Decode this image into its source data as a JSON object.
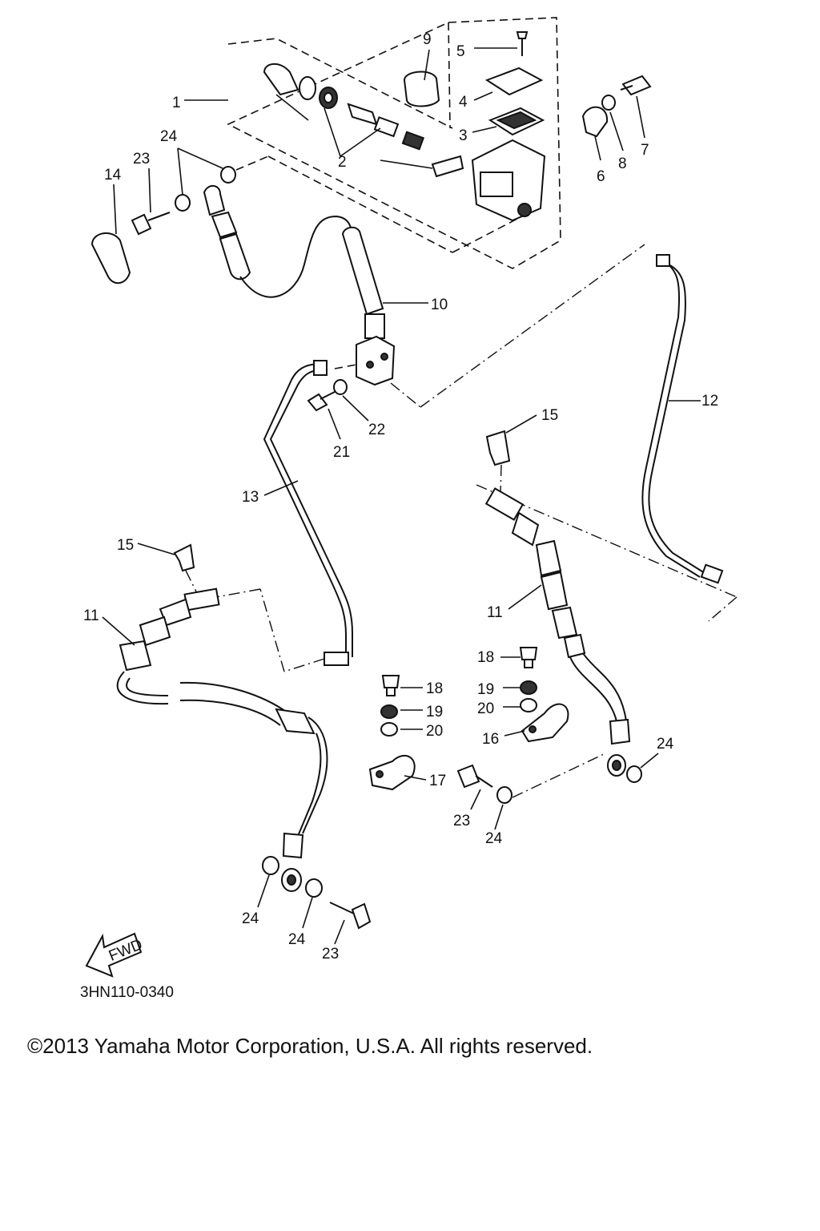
{
  "diagram": {
    "drawing_code": "3HN110-0340",
    "fwd_label": "FWD",
    "callouts": [
      {
        "id": "c1",
        "label": "1"
      },
      {
        "id": "c2",
        "label": "2"
      },
      {
        "id": "c3",
        "label": "3"
      },
      {
        "id": "c4",
        "label": "4"
      },
      {
        "id": "c5",
        "label": "5"
      },
      {
        "id": "c6",
        "label": "6"
      },
      {
        "id": "c7",
        "label": "7"
      },
      {
        "id": "c8",
        "label": "8"
      },
      {
        "id": "c9",
        "label": "9"
      },
      {
        "id": "c10",
        "label": "10"
      },
      {
        "id": "c11a",
        "label": "11"
      },
      {
        "id": "c11b",
        "label": "11"
      },
      {
        "id": "c12",
        "label": "12"
      },
      {
        "id": "c13",
        "label": "13"
      },
      {
        "id": "c14",
        "label": "14"
      },
      {
        "id": "c15a",
        "label": "15"
      },
      {
        "id": "c15b",
        "label": "15"
      },
      {
        "id": "c16",
        "label": "16"
      },
      {
        "id": "c17",
        "label": "17"
      },
      {
        "id": "c18a",
        "label": "18"
      },
      {
        "id": "c18b",
        "label": "18"
      },
      {
        "id": "c19a",
        "label": "19"
      },
      {
        "id": "c19b",
        "label": "19"
      },
      {
        "id": "c20a",
        "label": "20"
      },
      {
        "id": "c20b",
        "label": "20"
      },
      {
        "id": "c21",
        "label": "21"
      },
      {
        "id": "c22",
        "label": "22"
      },
      {
        "id": "c23a",
        "label": "23"
      },
      {
        "id": "c23b",
        "label": "23"
      },
      {
        "id": "c23c",
        "label": "23"
      },
      {
        "id": "c24a",
        "label": "24"
      },
      {
        "id": "c24b",
        "label": "24"
      },
      {
        "id": "c24c",
        "label": "24"
      },
      {
        "id": "c24d",
        "label": "24"
      },
      {
        "id": "c24e",
        "label": "24"
      }
    ]
  },
  "footer": {
    "copyright": "©2013 Yamaha Motor Corporation, U.S.A. All rights reserved."
  }
}
